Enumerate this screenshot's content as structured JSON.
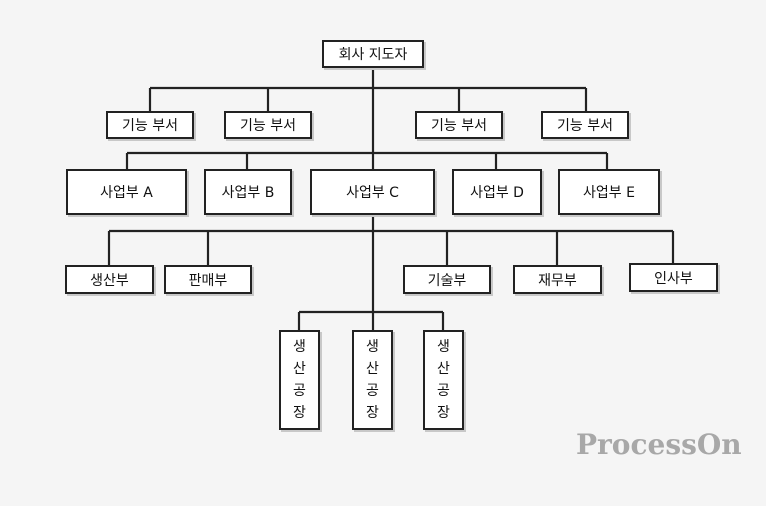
{
  "diagram": {
    "root": "회사 지도자",
    "functional_units": [
      "기능 부서",
      "기능 부서",
      "기능 부서",
      "기능 부서"
    ],
    "business_units": [
      "사업부 A",
      "사업부 B",
      "사업부 C",
      "사업부 D",
      "사업부 E"
    ],
    "departments": [
      "생산부",
      "판매부",
      "기술부",
      "재무부",
      "인사부"
    ],
    "factories": [
      [
        "생",
        "산",
        "공",
        "장"
      ],
      [
        "생",
        "산",
        "공",
        "장"
      ],
      [
        "생",
        "산",
        "공",
        "장"
      ]
    ]
  },
  "watermark": "ProcessOn",
  "colors": {
    "line": "#222222",
    "box_bg": "#ffffff",
    "background": "#f5f5f5",
    "watermark": "#a8a8a8"
  }
}
